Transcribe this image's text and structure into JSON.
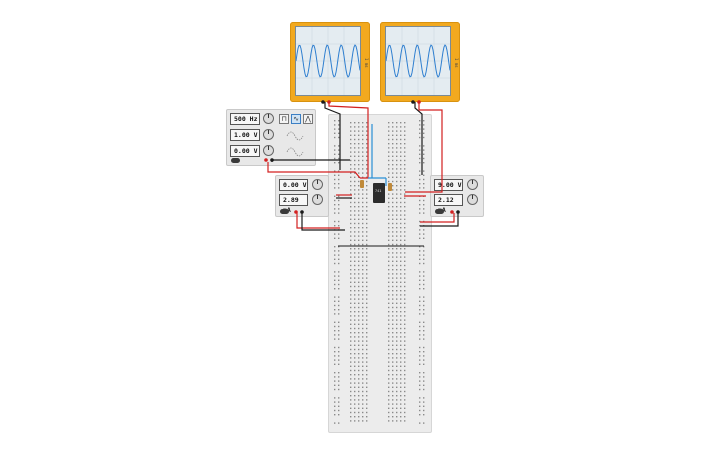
{
  "function_generator": {
    "frequency": "500 Hz",
    "amplitude": "1.00 V",
    "dc_offset": "0.00 V",
    "waveforms": [
      "square-icon",
      "sine-icon",
      "triangle-icon"
    ],
    "selected_waveform": "sine-icon"
  },
  "power_supply_left": {
    "voltage": "0.00 V",
    "current": "2.89 mA"
  },
  "power_supply_right": {
    "voltage": "9.00 V",
    "current": "2.12 mA"
  },
  "oscilloscopes": [
    {
      "side_label": "1 ms"
    },
    {
      "side_label": "1 ms"
    }
  ],
  "ic": {
    "label": "741"
  },
  "colors": {
    "scope_body": "#f2a91f",
    "trace": "#2f7fd0",
    "wire_red": "#d32020",
    "wire_black": "#1a1a1a",
    "wire_blue": "#2a8fd6"
  }
}
